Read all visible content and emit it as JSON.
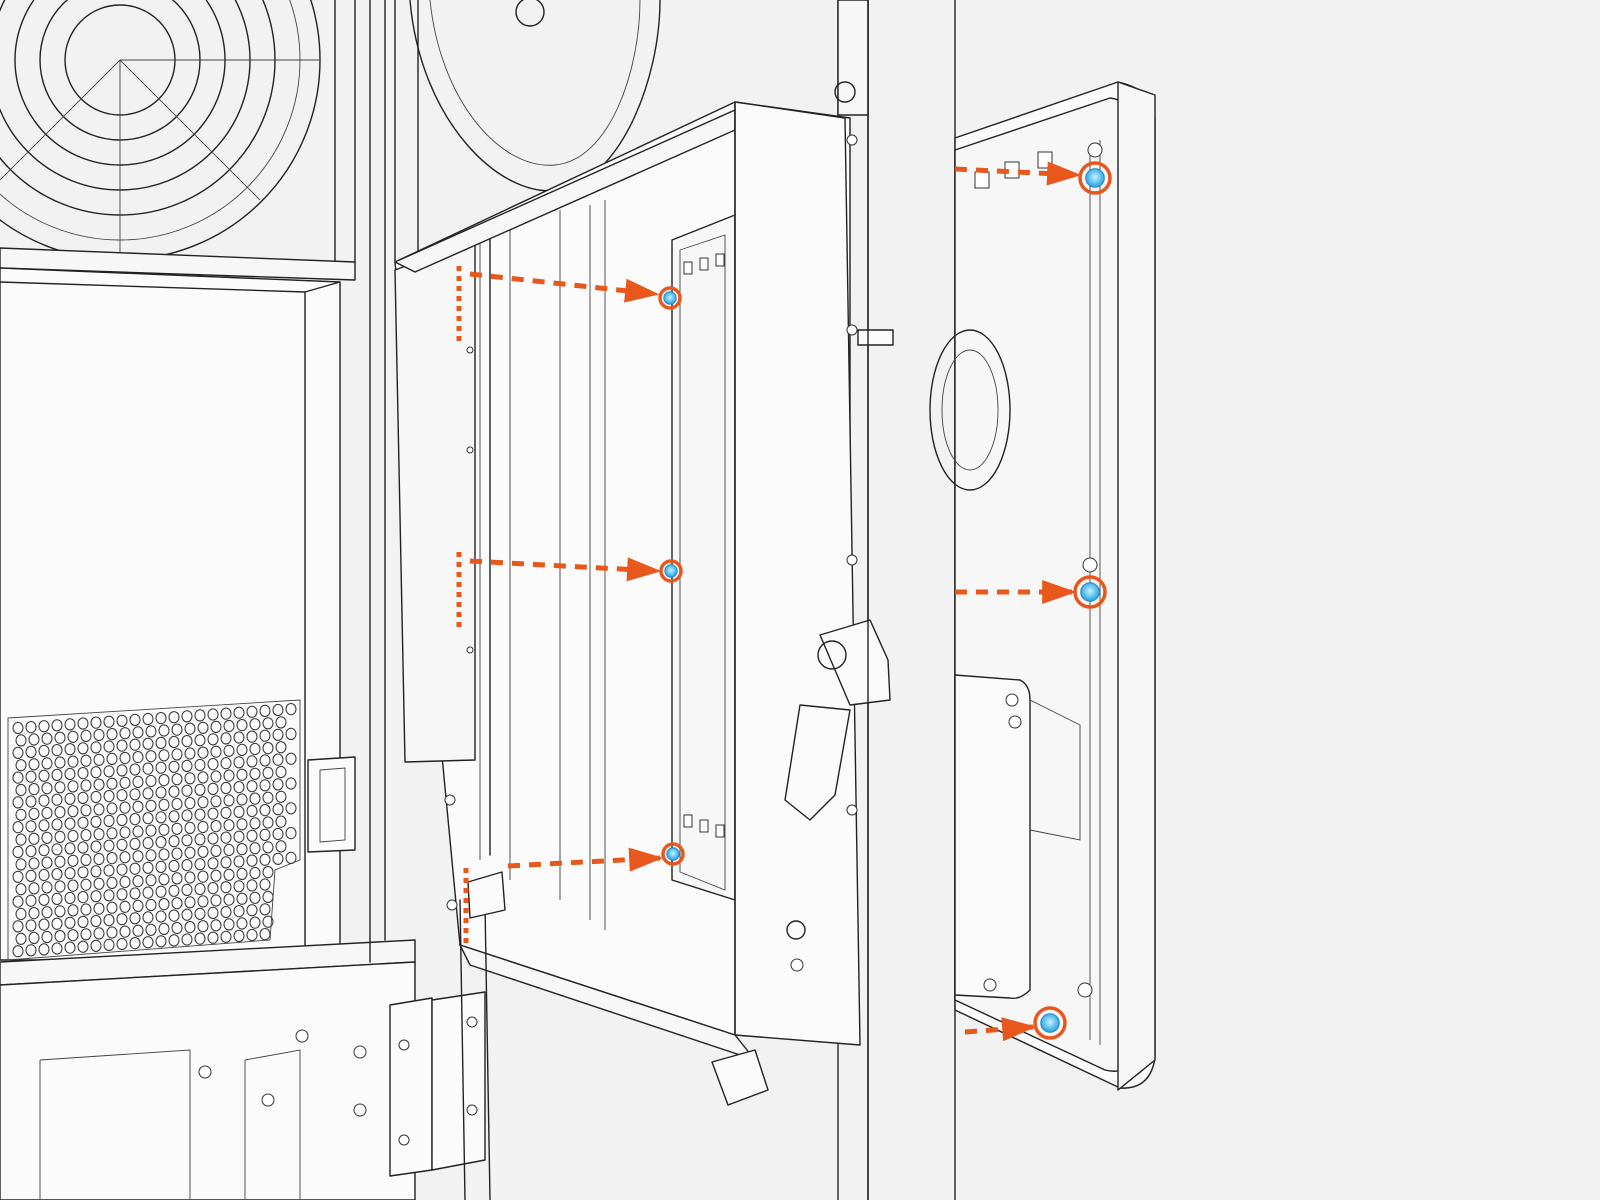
{
  "colors": {
    "background": "#f2f2f2",
    "line": "#222222",
    "callout": "#e8571c",
    "screw": "#5ec3ef"
  },
  "callouts": [
    {
      "name": "screw-callout-door-top",
      "icon": "screw-icon"
    },
    {
      "name": "screw-callout-door-middle",
      "icon": "screw-icon"
    },
    {
      "name": "screw-callout-door-bottom",
      "icon": "screw-icon"
    },
    {
      "name": "screw-callout-panel-top",
      "icon": "screw-icon"
    },
    {
      "name": "screw-callout-panel-middle",
      "icon": "screw-icon"
    },
    {
      "name": "screw-callout-panel-bottom",
      "icon": "screw-icon"
    }
  ]
}
